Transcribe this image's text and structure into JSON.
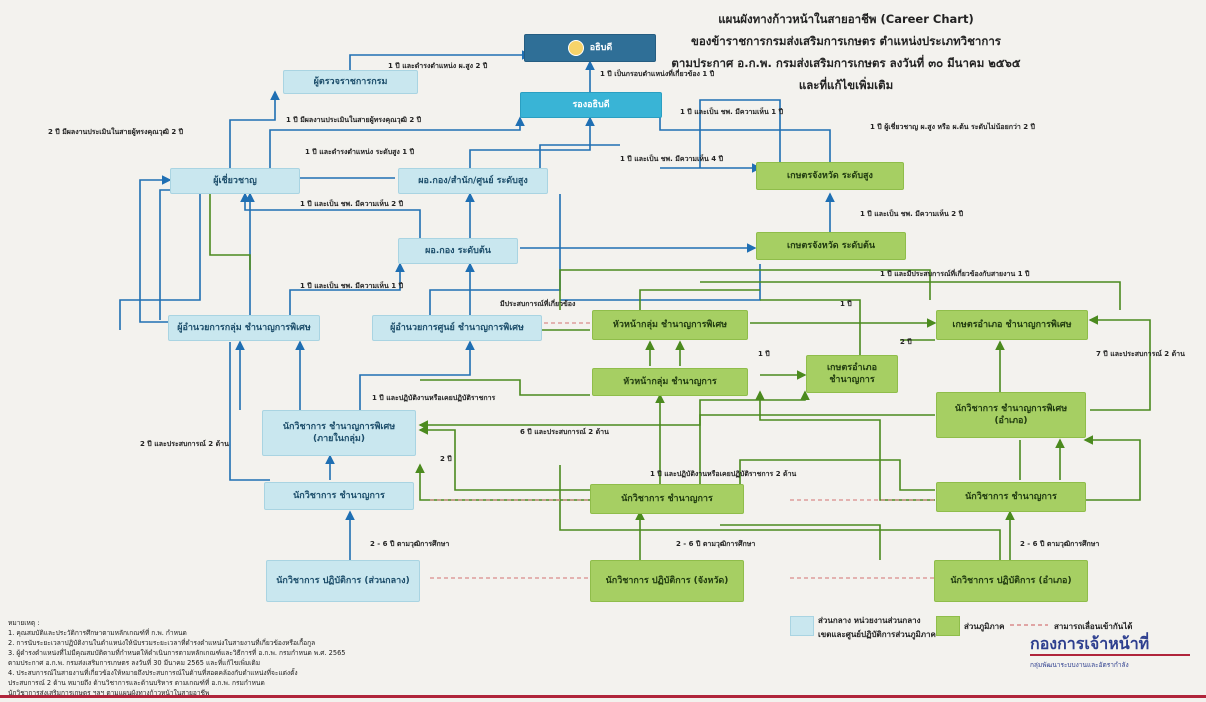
{
  "title": {
    "line1": "แผนผังทางก้าวหน้าในสายอาชีพ (Career Chart)",
    "line2": "ของข้าราชการกรมส่งเสริมการเกษตร ตำแหน่งประเภทวิชาการ",
    "line3": "ตามประกาศ อ.ก.พ. กรมส่งเสริมการเกษตร ลงวันที่ ๓๐ มีนาคม ๒๕๖๕",
    "line4": "และที่แก้ไขเพิ่มเติม"
  },
  "boxes": {
    "b_dg": "อธิบดี",
    "b_ddg": "รองอธิบดี",
    "b_inspector": "ผู้ตรวจราชการกรม",
    "b_expert": "ผู้เชี่ยวชาญ",
    "b_dir_high": "ผอ.กอง/สำนัก/ศูนย์ ระดับสูง",
    "b_dir_mid": "ผอ.กอง ระดับต้น",
    "b_prov_high": "เกษตรจังหวัด ระดับสูง",
    "b_prov_mid": "เกษตรจังหวัด ระดับต้น",
    "b_head_grp_expert": "ผู้อำนวยการกลุ่ม ชำนาญการพิเศษ",
    "b_head_center": "ผู้อำนวยการศูนย์ ชำนาญการพิเศษ",
    "b_prov_grp_sp": "หัวหน้ากลุ่ม ชำนาญการพิเศษ",
    "b_prov_grp": "หัวหน้ากลุ่ม ชำนาญการ",
    "b_district_sp": "เกษตรอำเภอ ชำนาญการพิเศษ",
    "b_district": "เกษตรอำเภอ ชำนาญการ",
    "b_c_sp": "นักวิชาการ ชำนาญการพิเศษ (ภายในกลุ่ม)",
    "b_c_prof": "นักวิชาการ ชำนาญการ",
    "b_c_op": "นักวิชาการ ปฏิบัติการ (ส่วนกลาง)",
    "b_p_prof": "นักวิชาการ ชำนาญการ",
    "b_p_op": "นักวิชาการ ปฏิบัติการ (จังหวัด)",
    "b_d_sp": "นักวิชาการ ชำนาญการพิเศษ (อำเภอ)",
    "b_d_prof": "นักวิชาการ ชำนาญการ",
    "b_d_op": "นักวิชาการ ปฏิบัติการ (อำเภอ)"
  },
  "labels": {
    "l1": "1 ปี และดำรงตำแหน่ง ผ.สูง 2 ปี",
    "l2": "1 ปี เป็นกรอบตำแหน่งที่เกี่ยวข้อง 1 ปี",
    "l3": "2 ปี มีผลงานประเมินในสายผู้ทรงคุณวุฒิ 2 ปี",
    "l4": "1 ปี มีผลงานประเมินในสายผู้ทรงคุณวุฒิ 2 ปี",
    "l5": "1 ปี และดำรงตำแหน่ง ระดับสูง 1 ปี",
    "l6": "1 ปี และเป็น ชพ. มีความเห็น 1 ปี",
    "l7": "1 ปี ผู้เชี่ยวชาญ ผ.สูง หรือ ผ.ต้น ระดับไม่น้อยกว่า 2 ปี",
    "l8": "1 ปี และเป็น ชพ. มีความเห็น 4 ปี",
    "l9": "1 ปี และเป็น ชพ. มีความเห็น 2 ปี",
    "l10": "1 ปี และเป็น ชพ. มีความเห็น 2 ปี",
    "l11": "1 ปี และเป็น ชพ. มีความเห็น 1 ปี",
    "l12": "1 ปี และมีประสบการณ์ที่เกี่ยวข้องกับสายงาน 1 ปี",
    "l13": "1 ปี และปฏิบัติงานหรือเคยปฏิบัติราชการ",
    "l14": "7 ปี และประสบการณ์ 2 ด้าน",
    "l15": "2 - 6 ปี ตามวุฒิการศึกษา",
    "l16": "2 - 6 ปี ตามวุฒิการศึกษา",
    "l17": "2 - 6 ปี ตามวุฒิการศึกษา",
    "l18": "1 ปี",
    "l19": "1 ปี",
    "l20": "2 ปี",
    "l21": "2 ปี",
    "l22": "มีประสบการณ์ที่เกี่ยวข้อง",
    "l23": "6 ปี และประสบการณ์ 2 ด้าน",
    "l24": "1 ปี และปฏิบัติงานหรือเคยปฏิบัติราชการ 2 ด้าน",
    "l25": "2 ปี และประสบการณ์ 2 ด้าน"
  },
  "legend": {
    "blue_label_1": "ส่วนกลาง หน่วยงานส่วนกลาง",
    "blue_label_2": "เขตและศูนย์ปฏิบัติการส่วนภูมิภาค",
    "green_label": "ส่วนภูมิภาค",
    "dash_label": "สามารถเลื่อนเข้ากันได้",
    "colors": {
      "blue": "#c9e7ef",
      "green": "#a6cf63",
      "cyan": "#39b4d6",
      "navy": "#2f6f97"
    }
  },
  "notes": {
    "head": "หมายเหตุ :",
    "n1": "1. คุณสมบัติและประวัติการศึกษาตามหลักเกณฑ์ที่ ก.พ. กำหนด",
    "n2": "2. การนับระยะเวลาปฏิบัติงานในตำแหน่งให้นับรวมระยะเวลาที่ดำรงตำแหน่งในสายงานที่เกี่ยวข้องหรือเกื้อกูล",
    "n3": "3. ผู้ดำรงตำแหน่งที่ไม่มีคุณสมบัติตามที่กำหนดให้ดำเนินการตามหลักเกณฑ์และวิธีการที่ อ.ก.พ. กรมกำหนด พ.ศ. 2565",
    "n3b": "ตามประกาศ อ.ก.พ. กรมส่งเสริมการเกษตร ลงวันที่ 30 มีนาคม 2565 และที่แก้ไขเพิ่มเติม",
    "n4": "4. ประสบการณ์ในสายงานที่เกี่ยวข้องให้หมายถึงประสบการณ์ในด้านที่สอดคล้องกับตำแหน่งที่จะแต่งตั้ง",
    "n4b": "ประสบการณ์ 2 ด้าน หมายถึง ด้านวิชาการและด้านบริหาร ตามเกณฑ์ที่ อ.ก.พ. กรมกำหนด",
    "n4c": "นักวิชาการส่งเสริมการเกษตร ฯลฯ ตามแผนผังทางก้าวหน้าในสายอาชีพ"
  },
  "brand": {
    "name": "กองการเจ้าหน้าที่",
    "sub": "กลุ่มพัฒนาระบบงานและอัตรากำลัง"
  }
}
